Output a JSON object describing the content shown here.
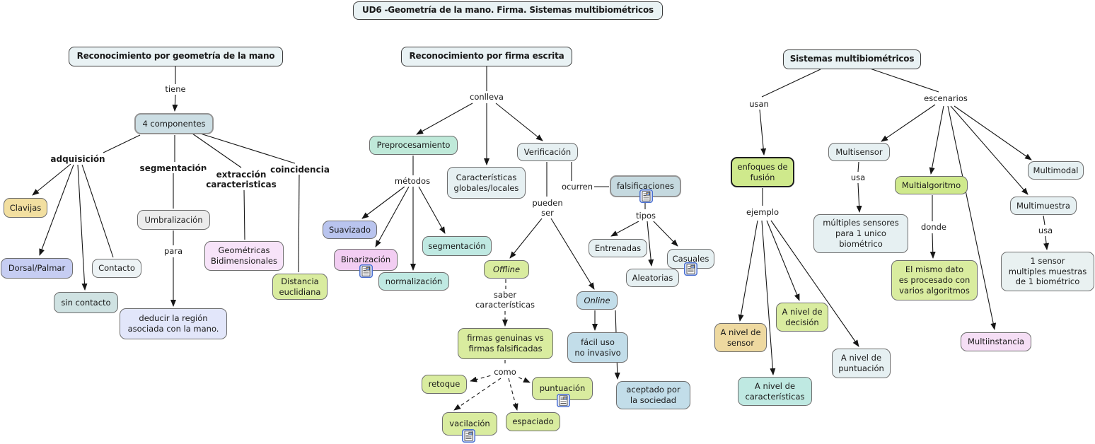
{
  "title": "UD6 -Geometría de la mano. Firma. Sistemas multibiométricos",
  "palette": {
    "node_border": "#6e6e6e",
    "line": "#161616",
    "root_bg": "#e9f2f4",
    "green": "#d9ec9f",
    "bright_green": "#cfe98c",
    "teal": "#bfe9e2",
    "mint": "#bfe9d9",
    "blue": "#c2dde9",
    "periwinkle": "#b9c4ee",
    "lavender": "#c6cdf2",
    "pale_lavender": "#e2e6fa",
    "pink": "#f2cdf2",
    "pale_pink": "#f5def5",
    "tan": "#f2dfa0",
    "sand": "#eed9a0",
    "gray": "#ececec",
    "pale_blue": "#e6f0f2",
    "steel": "#ccdee4",
    "steel_dark": "#c5d9df",
    "resource_icon_border": "#4a6fd0"
  },
  "icons": {
    "resource": "resource-icon"
  },
  "hand_tree": {
    "root": "Reconocimiento por geometría de la mano",
    "links": {
      "tiene": "tiene",
      "adquisicion": "adquisición",
      "segmentacion": "segmentación",
      "extraccion": "extracción\ncaracteristicas",
      "coincidencia": "coincidencia",
      "para": "para"
    },
    "nodes": {
      "componentes": "4 componentes",
      "clavijas": "Clavijas",
      "umbralizacion": "Umbralización",
      "dorsal": "Dorsal/Palmar",
      "contacto": "Contacto",
      "sin_contacto": "sin contacto",
      "geometricas": "Geométricas\nBidimensionales",
      "distancia": "Distancia\neuclidiana",
      "deducir": "deducir la región\nasociada con la mano."
    }
  },
  "firma_tree": {
    "root": "Reconocimiento por firma escrita",
    "links": {
      "conlleva": "conlleva",
      "metodos": "métodos",
      "pueden_ser": "pueden\nser",
      "ocurren": "ocurren",
      "tipos": "tipos",
      "saber": "saber\ncaracterísticas",
      "como": "como"
    },
    "nodes": {
      "preprocesamiento": "Preprocesamiento",
      "caracteristicas": "Características\nglobales/locales",
      "verificacion": "Verificación",
      "suavizado": "Suavizado",
      "binarizacion": "Binarización",
      "normalizacion": "normalización",
      "segmentacion": "segmentación",
      "offline": "Offline",
      "online": "Online",
      "firmas": "firmas genuinas vs\nfirmas falsificadas",
      "retoque": "retoque",
      "puntuacion": "puntuación",
      "vacilacion": "vacilación",
      "espaciado": "espaciado",
      "falsificaciones": "falsificaciones",
      "entrenadas": "Entrenadas",
      "aleatorias": "Aleatorias",
      "casuales": "Casuales",
      "facil_uso": "fácil uso\nno invasivo",
      "aceptado": "aceptado por\nla sociedad"
    }
  },
  "multibio_tree": {
    "root": "Sistemas multibiométricos",
    "links": {
      "usan": "usan",
      "escenarios": "escenarios",
      "ejemplo": "ejemplo",
      "usa_sensores": "usa",
      "donde": "donde",
      "usa_muestras": "usa"
    },
    "nodes": {
      "enfoques": "enfoques de\nfusión",
      "multisensor": "Multisensor",
      "multialgoritmo": "Multialgoritmo",
      "multimodal": "Multimodal",
      "multimuestra": "Multimuestra",
      "multiinstancia": "Multiinstancia",
      "multiples_sensores": "múltiples sensores\npara 1 unico\nbiométrico",
      "mismo_dato": "El mismo dato\nes procesado con\nvarios algoritmos",
      "un_sensor": "1 sensor\nmultiples muestras\nde 1 biométrico",
      "nivel_sensor": "A nivel de\nsensor",
      "nivel_decision": "A nivel de\ndecisión",
      "nivel_caracteristicas": "A nivel de\ncaracterísticas",
      "nivel_puntuacion": "A nivel de\npuntuación"
    }
  }
}
